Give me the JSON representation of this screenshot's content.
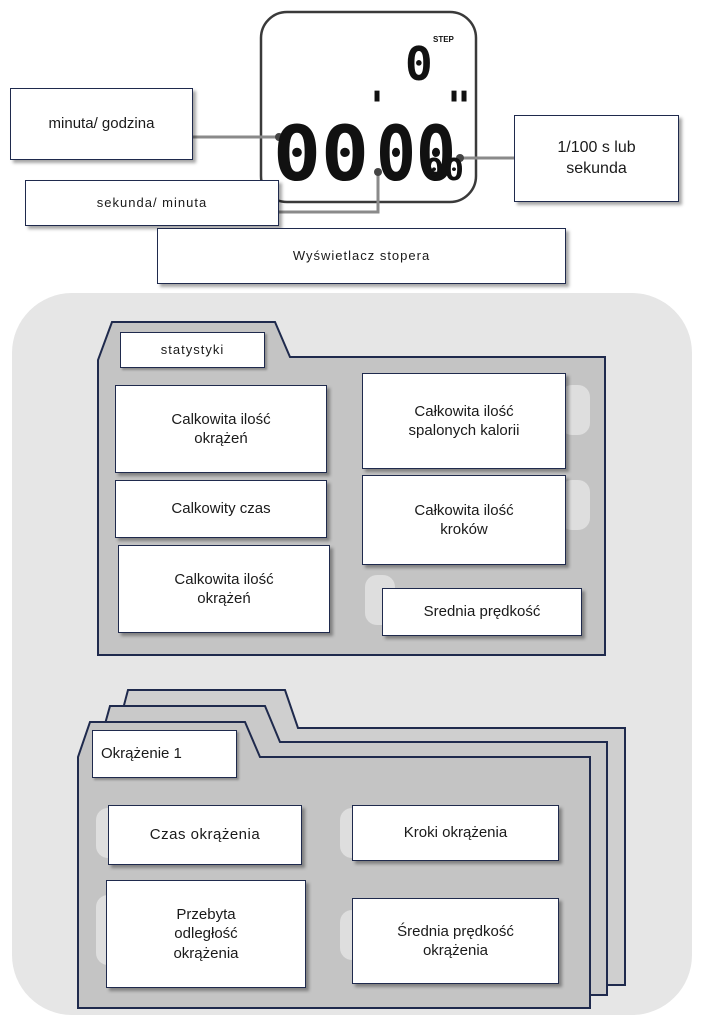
{
  "display": {
    "steps": "0",
    "step_label": "STEP",
    "minutes": "00",
    "minute_mark": "'",
    "seconds": "00",
    "second_mark": "\"",
    "hundredths": "00"
  },
  "callouts": {
    "minute_hour": "minuta/ godzina",
    "second_minute": "sekunda/ minuta",
    "hundredth": "1/100 s lub\nsekunda",
    "caption": "Wyświetlacz stopera"
  },
  "stats_folder": {
    "tab": "statystyki",
    "items": [
      "Calkowita ilość\nokrążeń",
      "Całkowita ilość\nspalonych kalorii",
      "Calkowity czas",
      "Całkowita ilość\nkroków",
      "Calkowita ilość\nokrążeń",
      "Srednia prędkość"
    ]
  },
  "lap_folder": {
    "tab": "Okrążenie 1",
    "items": [
      "Czas okrążenia",
      "Kroki okrążenia",
      "Przebyta\nodległość\nokrążenia",
      "Średnia prędkość\nokrążenia"
    ]
  },
  "colors": {
    "outline": "#1f2a4d",
    "panel": "#e6e6e6",
    "folder": "#c4c4c4"
  }
}
